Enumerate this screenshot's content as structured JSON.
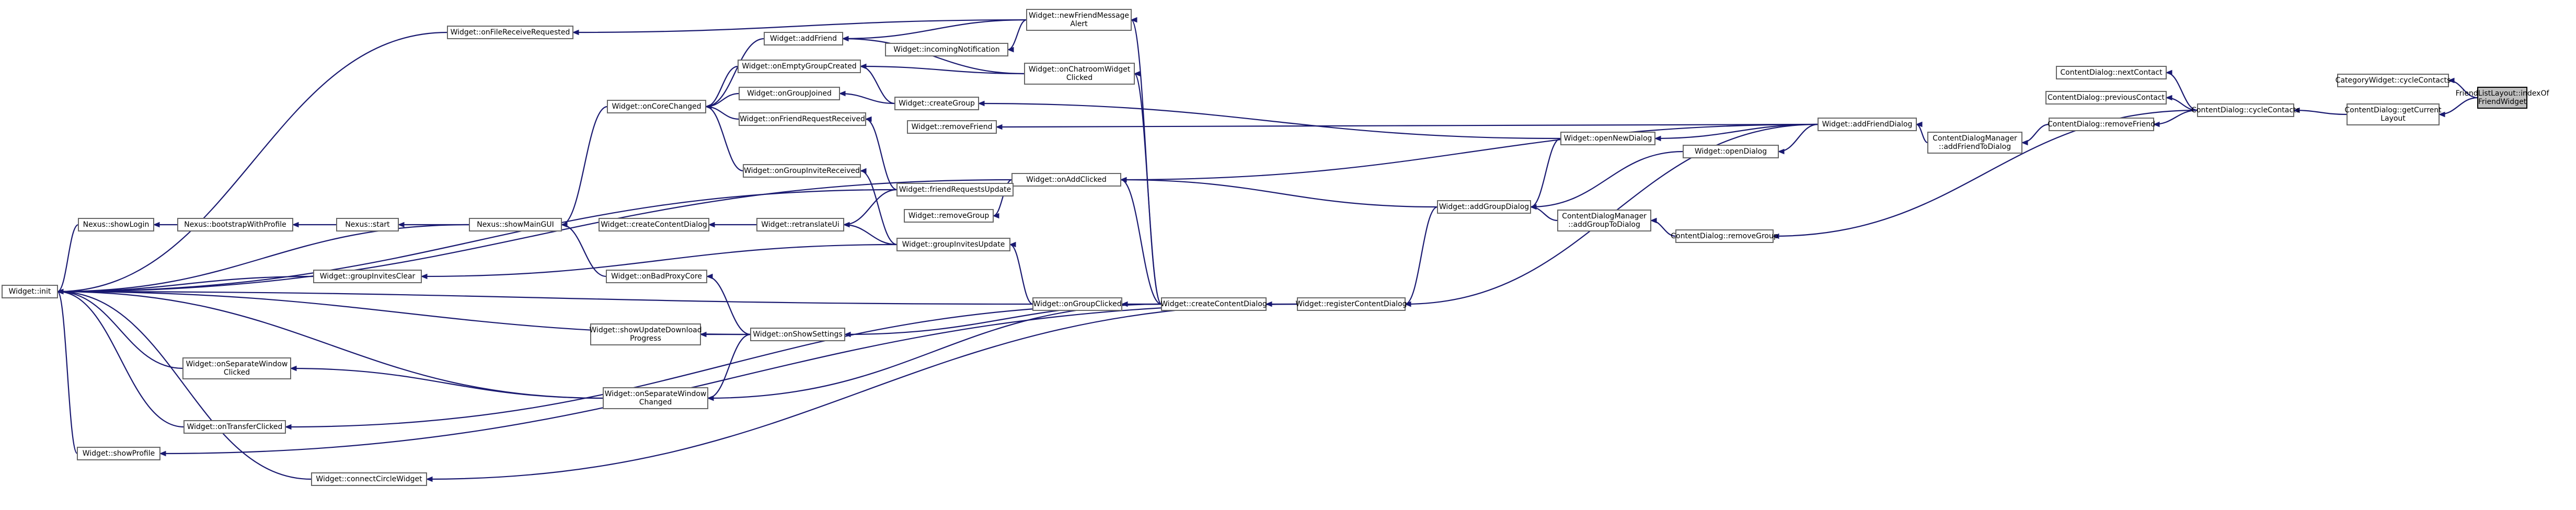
{
  "diagram": {
    "type": "doxygen-caller-graph",
    "colors": {
      "edge": "#191970",
      "node_border": "#666666",
      "focus_fill": "#bfbfbf",
      "background": "#ffffff"
    },
    "nodes": [
      {
        "id": "n0",
        "lines": [
          "FriendListLayout::indexOf",
          "FriendWidget"
        ],
        "focus": true
      },
      {
        "id": "n1",
        "lines": [
          "CategoryWidget::cycleContacts"
        ]
      },
      {
        "id": "n2",
        "lines": [
          "ContentDialog::getCurrent",
          "Layout"
        ]
      },
      {
        "id": "n3",
        "lines": [
          "ContentDialog::cycleContacts"
        ]
      },
      {
        "id": "n4",
        "lines": [
          "ContentDialog::nextContact"
        ]
      },
      {
        "id": "n5",
        "lines": [
          "ContentDialog::previousContact"
        ]
      },
      {
        "id": "n6",
        "lines": [
          "ContentDialog::removeFriend"
        ]
      },
      {
        "id": "n7",
        "lines": [
          "ContentDialog::removeGroup"
        ]
      },
      {
        "id": "n8",
        "lines": [
          "ContentDialogManager",
          "::addFriendToDialog"
        ]
      },
      {
        "id": "n9",
        "lines": [
          "ContentDialogManager",
          "::addGroupToDialog"
        ]
      },
      {
        "id": "n10",
        "lines": [
          "Widget::addFriendDialog"
        ]
      },
      {
        "id": "n11",
        "lines": [
          "Widget::openDialog"
        ]
      },
      {
        "id": "n12",
        "lines": [
          "Widget::openNewDialog"
        ]
      },
      {
        "id": "n13",
        "lines": [
          "Widget::addGroupDialog"
        ]
      },
      {
        "id": "n14",
        "lines": [
          "Widget::registerContentDialog"
        ]
      },
      {
        "id": "n15",
        "lines": [
          "Widget::createContentDialog"
        ]
      },
      {
        "id": "n16",
        "lines": [
          "Widget::newFriendMessage",
          "Alert"
        ]
      },
      {
        "id": "n17",
        "lines": [
          "Widget::onChatroomWidget",
          "Clicked"
        ]
      },
      {
        "id": "n18",
        "lines": [
          "Widget::onAddClicked"
        ]
      },
      {
        "id": "n19",
        "lines": [
          "Widget::onGroupClicked"
        ]
      },
      {
        "id": "n20",
        "lines": [
          "Widget::onShowSettings"
        ]
      },
      {
        "id": "n21",
        "lines": [
          "Widget::onSeparateWindow",
          "Changed"
        ]
      },
      {
        "id": "n22",
        "lines": [
          "Widget::onTransferClicked"
        ]
      },
      {
        "id": "n23",
        "lines": [
          "Widget::connectCircleWidget"
        ]
      },
      {
        "id": "n24",
        "lines": [
          "Widget::addFriend"
        ]
      },
      {
        "id": "n25",
        "lines": [
          "Widget::incomingNotification"
        ]
      },
      {
        "id": "n26",
        "lines": [
          "Widget::onEmptyGroupCreated"
        ]
      },
      {
        "id": "n27",
        "lines": [
          "Widget::onGroupJoined"
        ]
      },
      {
        "id": "n28",
        "lines": [
          "Widget::createGroup"
        ]
      },
      {
        "id": "n29",
        "lines": [
          "Widget::removeFriend"
        ]
      },
      {
        "id": "n30",
        "lines": [
          "Widget::onFriendRequestReceived"
        ]
      },
      {
        "id": "n31",
        "lines": [
          "Widget::friendRequestsUpdate"
        ]
      },
      {
        "id": "n32",
        "lines": [
          "Widget::removeGroup"
        ]
      },
      {
        "id": "n33",
        "lines": [
          "Widget::onGroupInviteReceived"
        ]
      },
      {
        "id": "n34",
        "lines": [
          "Widget::retranslateUi"
        ]
      },
      {
        "id": "n35",
        "lines": [
          "Widget::groupInvitesUpdate"
        ]
      },
      {
        "id": "n36",
        "lines": [
          "Widget::createContentDialog"
        ]
      },
      {
        "id": "n37",
        "lines": [
          "Widget::onFileReceiveRequested"
        ]
      },
      {
        "id": "n38",
        "lines": [
          "Widget::onCoreChanged"
        ]
      },
      {
        "id": "n39",
        "lines": [
          "Nexus::showMainGUI"
        ]
      },
      {
        "id": "n40",
        "lines": [
          "Nexus::start"
        ]
      },
      {
        "id": "n41",
        "lines": [
          "Nexus::bootstrapWithProfile"
        ]
      },
      {
        "id": "n42",
        "lines": [
          "Nexus::showLogin"
        ]
      },
      {
        "id": "n43",
        "lines": [
          "Widget::init"
        ]
      },
      {
        "id": "n44",
        "lines": [
          "Widget::groupInvitesClear"
        ]
      },
      {
        "id": "n45",
        "lines": [
          "Widget::onBadProxyCore"
        ]
      },
      {
        "id": "n46",
        "lines": [
          "Widget::showUpdateDownload",
          "Progress"
        ]
      },
      {
        "id": "n47",
        "lines": [
          "Widget::onSeparateWindow",
          "Clicked"
        ]
      },
      {
        "id": "n48",
        "lines": [
          "Widget::showProfile"
        ]
      }
    ],
    "edges": [
      {
        "from": "n1",
        "to": "n0"
      },
      {
        "from": "n2",
        "to": "n0"
      },
      {
        "from": "n3",
        "to": "n2"
      },
      {
        "from": "n4",
        "to": "n3"
      },
      {
        "from": "n5",
        "to": "n3"
      },
      {
        "from": "n6",
        "to": "n3"
      },
      {
        "from": "n7",
        "to": "n3"
      },
      {
        "from": "n8",
        "to": "n6"
      },
      {
        "from": "n10",
        "to": "n8"
      },
      {
        "from": "n9",
        "to": "n7"
      },
      {
        "from": "n13",
        "to": "n9"
      },
      {
        "from": "n11",
        "to": "n10"
      },
      {
        "from": "n12",
        "to": "n10"
      },
      {
        "from": "n14",
        "to": "n10"
      },
      {
        "from": "n13",
        "to": "n11"
      },
      {
        "from": "n13",
        "to": "n12"
      },
      {
        "from": "n18",
        "to": "n10"
      },
      {
        "from": "n18",
        "to": "n13"
      },
      {
        "from": "n14",
        "to": "n13"
      },
      {
        "from": "n15",
        "to": "n14"
      },
      {
        "from": "n23",
        "to": "n14"
      },
      {
        "from": "n16",
        "to": "n15"
      },
      {
        "from": "n17",
        "to": "n15"
      },
      {
        "from": "n18",
        "to": "n15"
      },
      {
        "from": "n19",
        "to": "n15"
      },
      {
        "from": "n20",
        "to": "n15"
      },
      {
        "from": "n21",
        "to": "n15"
      },
      {
        "from": "n22",
        "to": "n15"
      },
      {
        "from": "n24",
        "to": "n16"
      },
      {
        "from": "n25",
        "to": "n16"
      },
      {
        "from": "n37",
        "to": "n16"
      },
      {
        "from": "n26",
        "to": "n17"
      },
      {
        "from": "n24",
        "to": "n17"
      },
      {
        "from": "n28",
        "to": "n12"
      },
      {
        "from": "n29",
        "to": "n10"
      },
      {
        "from": "n31",
        "to": "n18"
      },
      {
        "from": "n32",
        "to": "n18"
      },
      {
        "from": "n35",
        "to": "n19"
      },
      {
        "from": "n30",
        "to": "n31"
      },
      {
        "from": "n34",
        "to": "n31"
      },
      {
        "from": "n33",
        "to": "n35"
      },
      {
        "from": "n34",
        "to": "n35"
      },
      {
        "from": "n36",
        "to": "n34"
      },
      {
        "from": "n38",
        "to": "n24"
      },
      {
        "from": "n38",
        "to": "n26"
      },
      {
        "from": "n38",
        "to": "n27"
      },
      {
        "from": "n38",
        "to": "n30"
      },
      {
        "from": "n38",
        "to": "n33"
      },
      {
        "from": "n27",
        "to": "n28"
      },
      {
        "from": "n26",
        "to": "n28"
      },
      {
        "from": "n39",
        "to": "n38"
      },
      {
        "from": "n39",
        "to": "n45"
      },
      {
        "from": "n40",
        "to": "n39"
      },
      {
        "from": "n41",
        "to": "n40"
      },
      {
        "from": "n42",
        "to": "n41"
      },
      {
        "from": "n43",
        "to": "n42"
      },
      {
        "from": "n43",
        "to": "n39"
      },
      {
        "from": "n43",
        "to": "n37"
      },
      {
        "from": "n43",
        "to": "n18"
      },
      {
        "from": "n43",
        "to": "n31"
      },
      {
        "from": "n43",
        "to": "n19"
      },
      {
        "from": "n43",
        "to": "n44"
      },
      {
        "from": "n44",
        "to": "n35"
      },
      {
        "from": "n43",
        "to": "n20"
      },
      {
        "from": "n43",
        "to": "n47"
      },
      {
        "from": "n43",
        "to": "n21"
      },
      {
        "from": "n43",
        "to": "n22"
      },
      {
        "from": "n43",
        "to": "n48"
      },
      {
        "from": "n43",
        "to": "n23"
      },
      {
        "from": "n45",
        "to": "n20"
      },
      {
        "from": "n46",
        "to": "n20"
      },
      {
        "from": "n47",
        "to": "n21"
      },
      {
        "from": "n21",
        "to": "n20"
      },
      {
        "from": "n48",
        "to": "n14"
      }
    ]
  }
}
